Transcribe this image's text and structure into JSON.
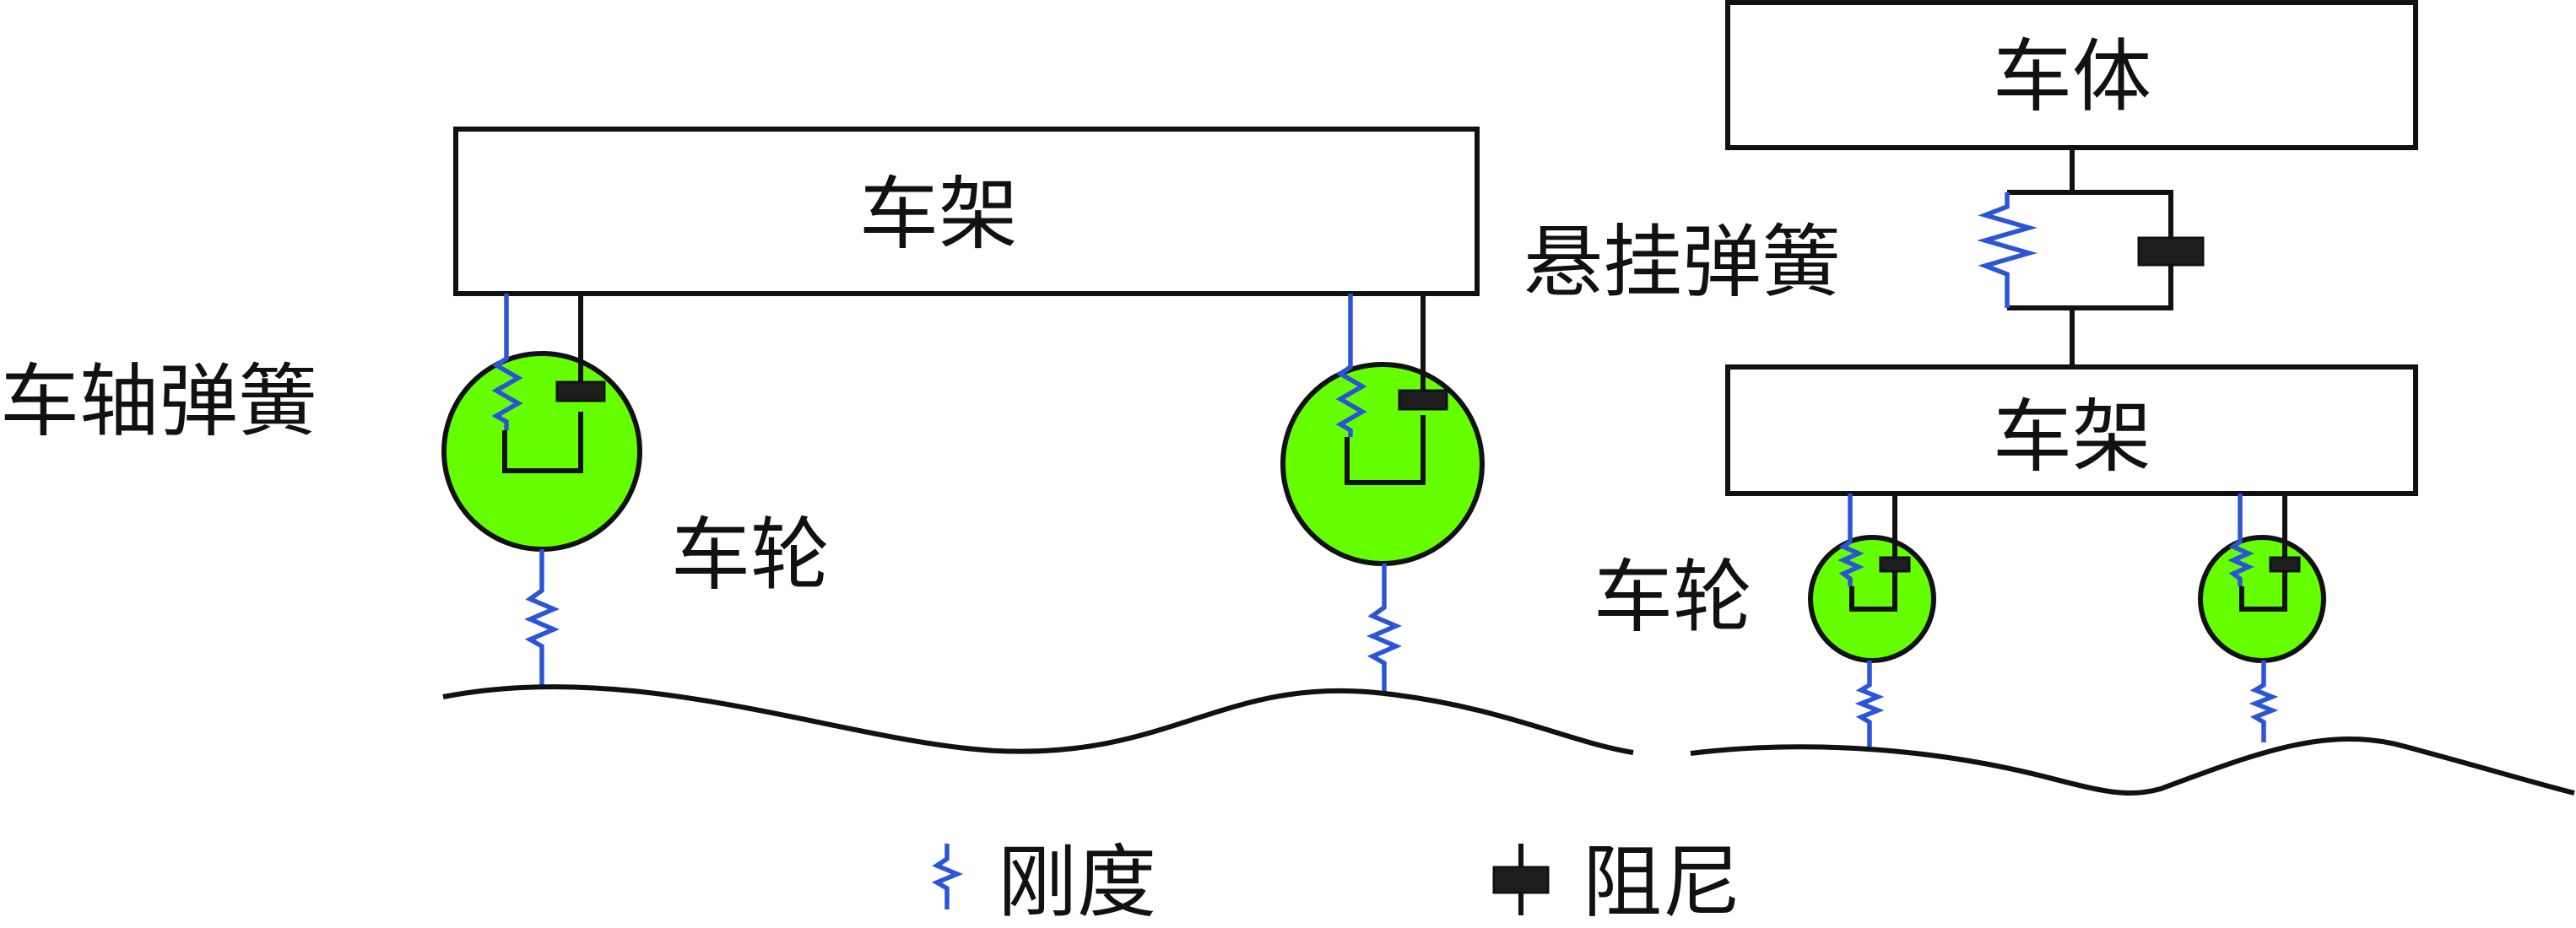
{
  "colors": {
    "spring": "#2b55d6",
    "damper": "#1e1e1e",
    "wheel": "#66ff00",
    "line": "#111111"
  },
  "left_model": {
    "frame_label": "车架",
    "axle_spring_label": "车轴弹簧",
    "wheel_label": "车轮"
  },
  "right_model": {
    "body_label": "车体",
    "suspension_spring_label": "悬挂弹簧",
    "frame_label": "车架",
    "wheel_label": "车轮"
  },
  "legend": [
    {
      "icon": "spring-icon",
      "label": "刚度"
    },
    {
      "icon": "damper-icon",
      "label": "阻尼"
    }
  ]
}
